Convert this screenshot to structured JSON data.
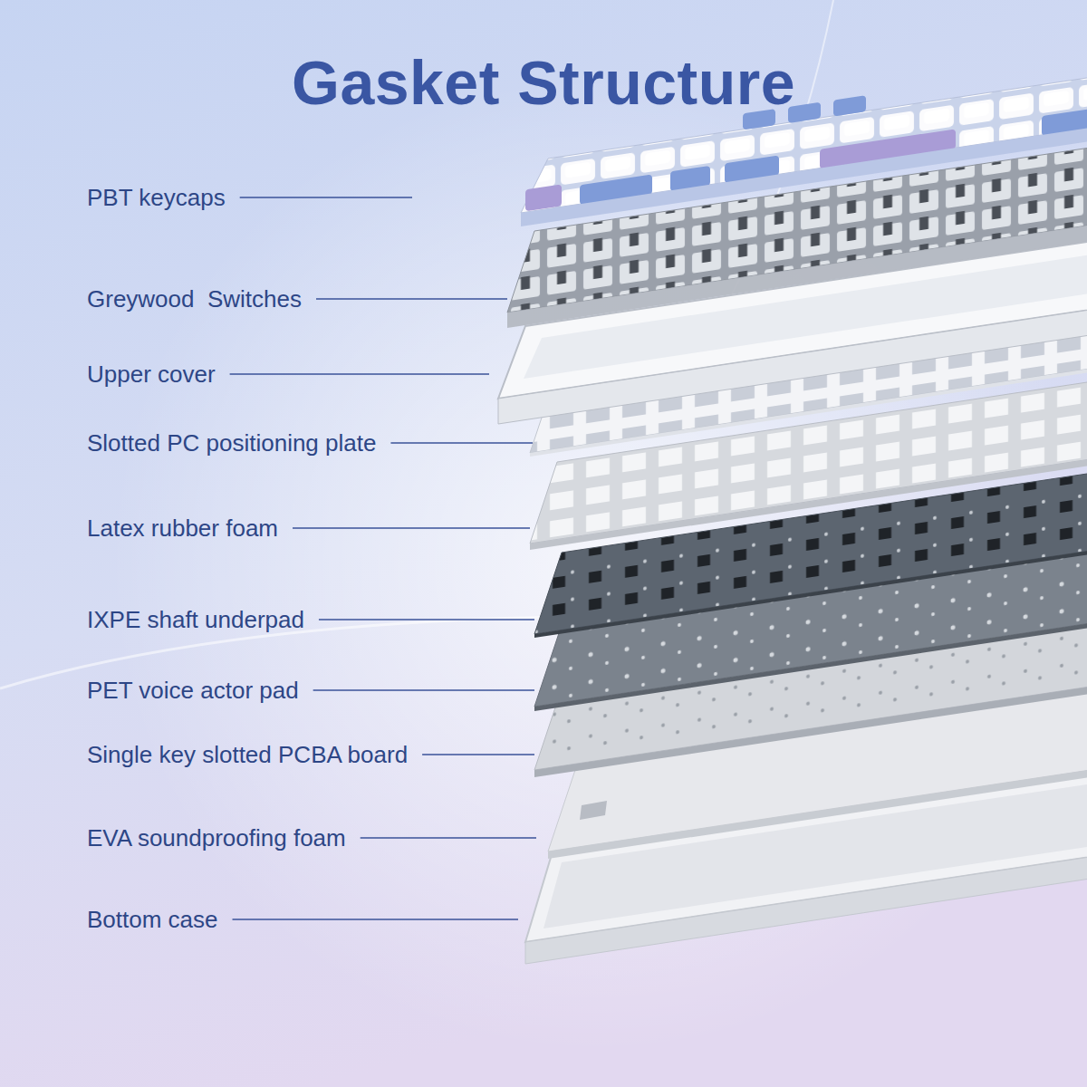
{
  "diagram": {
    "title": "Gasket Structure",
    "labels": [
      "PBT keycaps",
      "Greywood  Switches",
      "Upper cover",
      "Slotted PC positioning plate",
      "Latex rubber foam",
      "IXPE shaft underpad",
      "PET voice actor pad",
      "Single key slotted PCBA board",
      "EVA soundproofing foam",
      "Bottom case"
    ]
  }
}
